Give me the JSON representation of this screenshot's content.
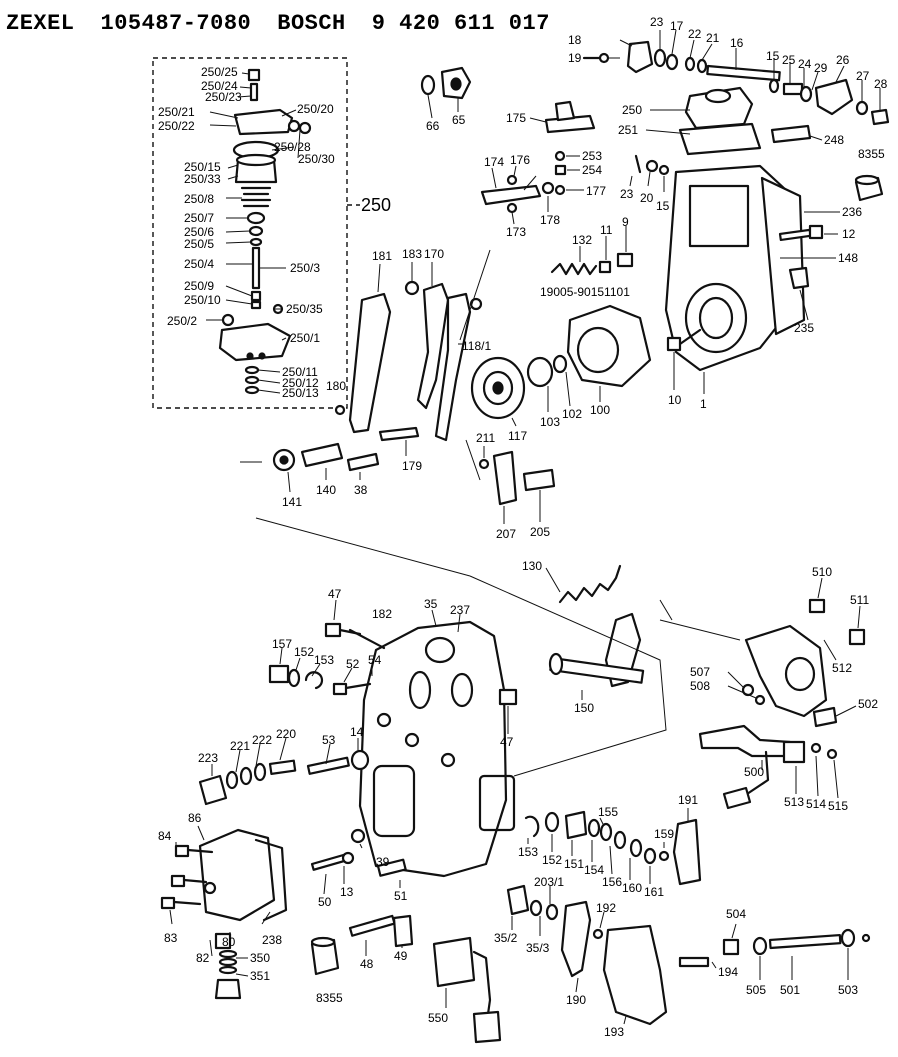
{
  "header": {
    "maker": "ZEXEL",
    "zexel_number": "105487-7080",
    "brand": "BOSCH",
    "bosch_number": "9 420 611 017"
  },
  "callouts": {
    "c250_25": "250/25",
    "c250_24": "250/24",
    "c250_23": "250/23",
    "c250_20": "250/20",
    "c250_21": "250/21",
    "c250_22": "250/22",
    "c250_28": "250/28",
    "c250_30": "250/30",
    "c250_15": "250/15",
    "c250_33": "250/33",
    "c250_8": "250/8",
    "c250_7": "250/7",
    "c250_6": "250/6",
    "c250_5": "250/5",
    "c250_4": "250/4",
    "c250_3": "250/3",
    "c250_9": "250/9",
    "c250_10": "250/10",
    "c250_35": "250/35",
    "c250_2": "250/2",
    "c250_1": "250/1",
    "c250_11": "250/11",
    "c250_12": "250/12",
    "c250_13": "250/13",
    "c250_group": "250",
    "c66": "66",
    "c65": "65",
    "c175": "175",
    "c250": "250",
    "c251": "251",
    "c248": "248",
    "c18": "18",
    "c19": "19",
    "c23a": "23",
    "c17": "17",
    "c22": "22",
    "c21": "21",
    "c16": "16",
    "c15a": "15",
    "c25": "25",
    "c24": "24",
    "c29": "29",
    "c26": "26",
    "c27": "27",
    "c28": "28",
    "c253": "253",
    "c254": "254",
    "c177": "177",
    "c174": "174",
    "c176": "176",
    "c178": "178",
    "c173": "173",
    "c23b": "23",
    "c20": "20",
    "c15b": "15",
    "c8355a": "8355",
    "c236": "236",
    "c12": "12",
    "c148": "148",
    "c235": "235",
    "c132": "132",
    "c11": "11",
    "c9": "9",
    "c19005": "19005-90151101",
    "c181": "181",
    "c183": "183",
    "c170": "170",
    "c118_1": "118/1",
    "c180": "180",
    "c117": "117",
    "c103": "103",
    "c102": "102",
    "c100": "100",
    "c10": "10",
    "c1": "1",
    "c211": "211",
    "c141": "141",
    "c140": "140",
    "c38": "38",
    "c179": "179",
    "c207": "207",
    "c205": "205",
    "c130": "130",
    "c47a": "47",
    "c182": "182",
    "c35": "35",
    "c237": "237",
    "c157": "157",
    "c152a": "152",
    "c153a": "153",
    "c52": "52",
    "c54": "54",
    "c150": "150",
    "c47b": "47",
    "c223": "223",
    "c221": "221",
    "c222": "222",
    "c220": "220",
    "c53": "53",
    "c14": "14",
    "c510": "510",
    "c511": "511",
    "c507": "507",
    "c508": "508",
    "c512": "512",
    "c502": "502",
    "c500": "500",
    "c513": "513",
    "c514": "514",
    "c515": "515",
    "c84": "84",
    "c86": "86",
    "c39": "39",
    "c153b": "153",
    "c152b": "152",
    "c151": "151",
    "c155": "155",
    "c154": "154",
    "c156": "156",
    "c159": "159",
    "c191": "191",
    "c160": "160",
    "c161": "161",
    "c50": "50",
    "c13": "13",
    "c51": "51",
    "c83": "83",
    "c80": "80",
    "c238": "238",
    "c82": "82",
    "c350": "350",
    "c351": "351",
    "c48": "48",
    "c49": "49",
    "c35_2": "35/2",
    "c35_3": "35/3",
    "c203_1": "203/1",
    "c192": "192",
    "c504": "504",
    "c194": "194",
    "c505": "505",
    "c501": "501",
    "c503": "503",
    "c8355b": "8355",
    "c550": "550",
    "c190": "190",
    "c193": "193"
  }
}
